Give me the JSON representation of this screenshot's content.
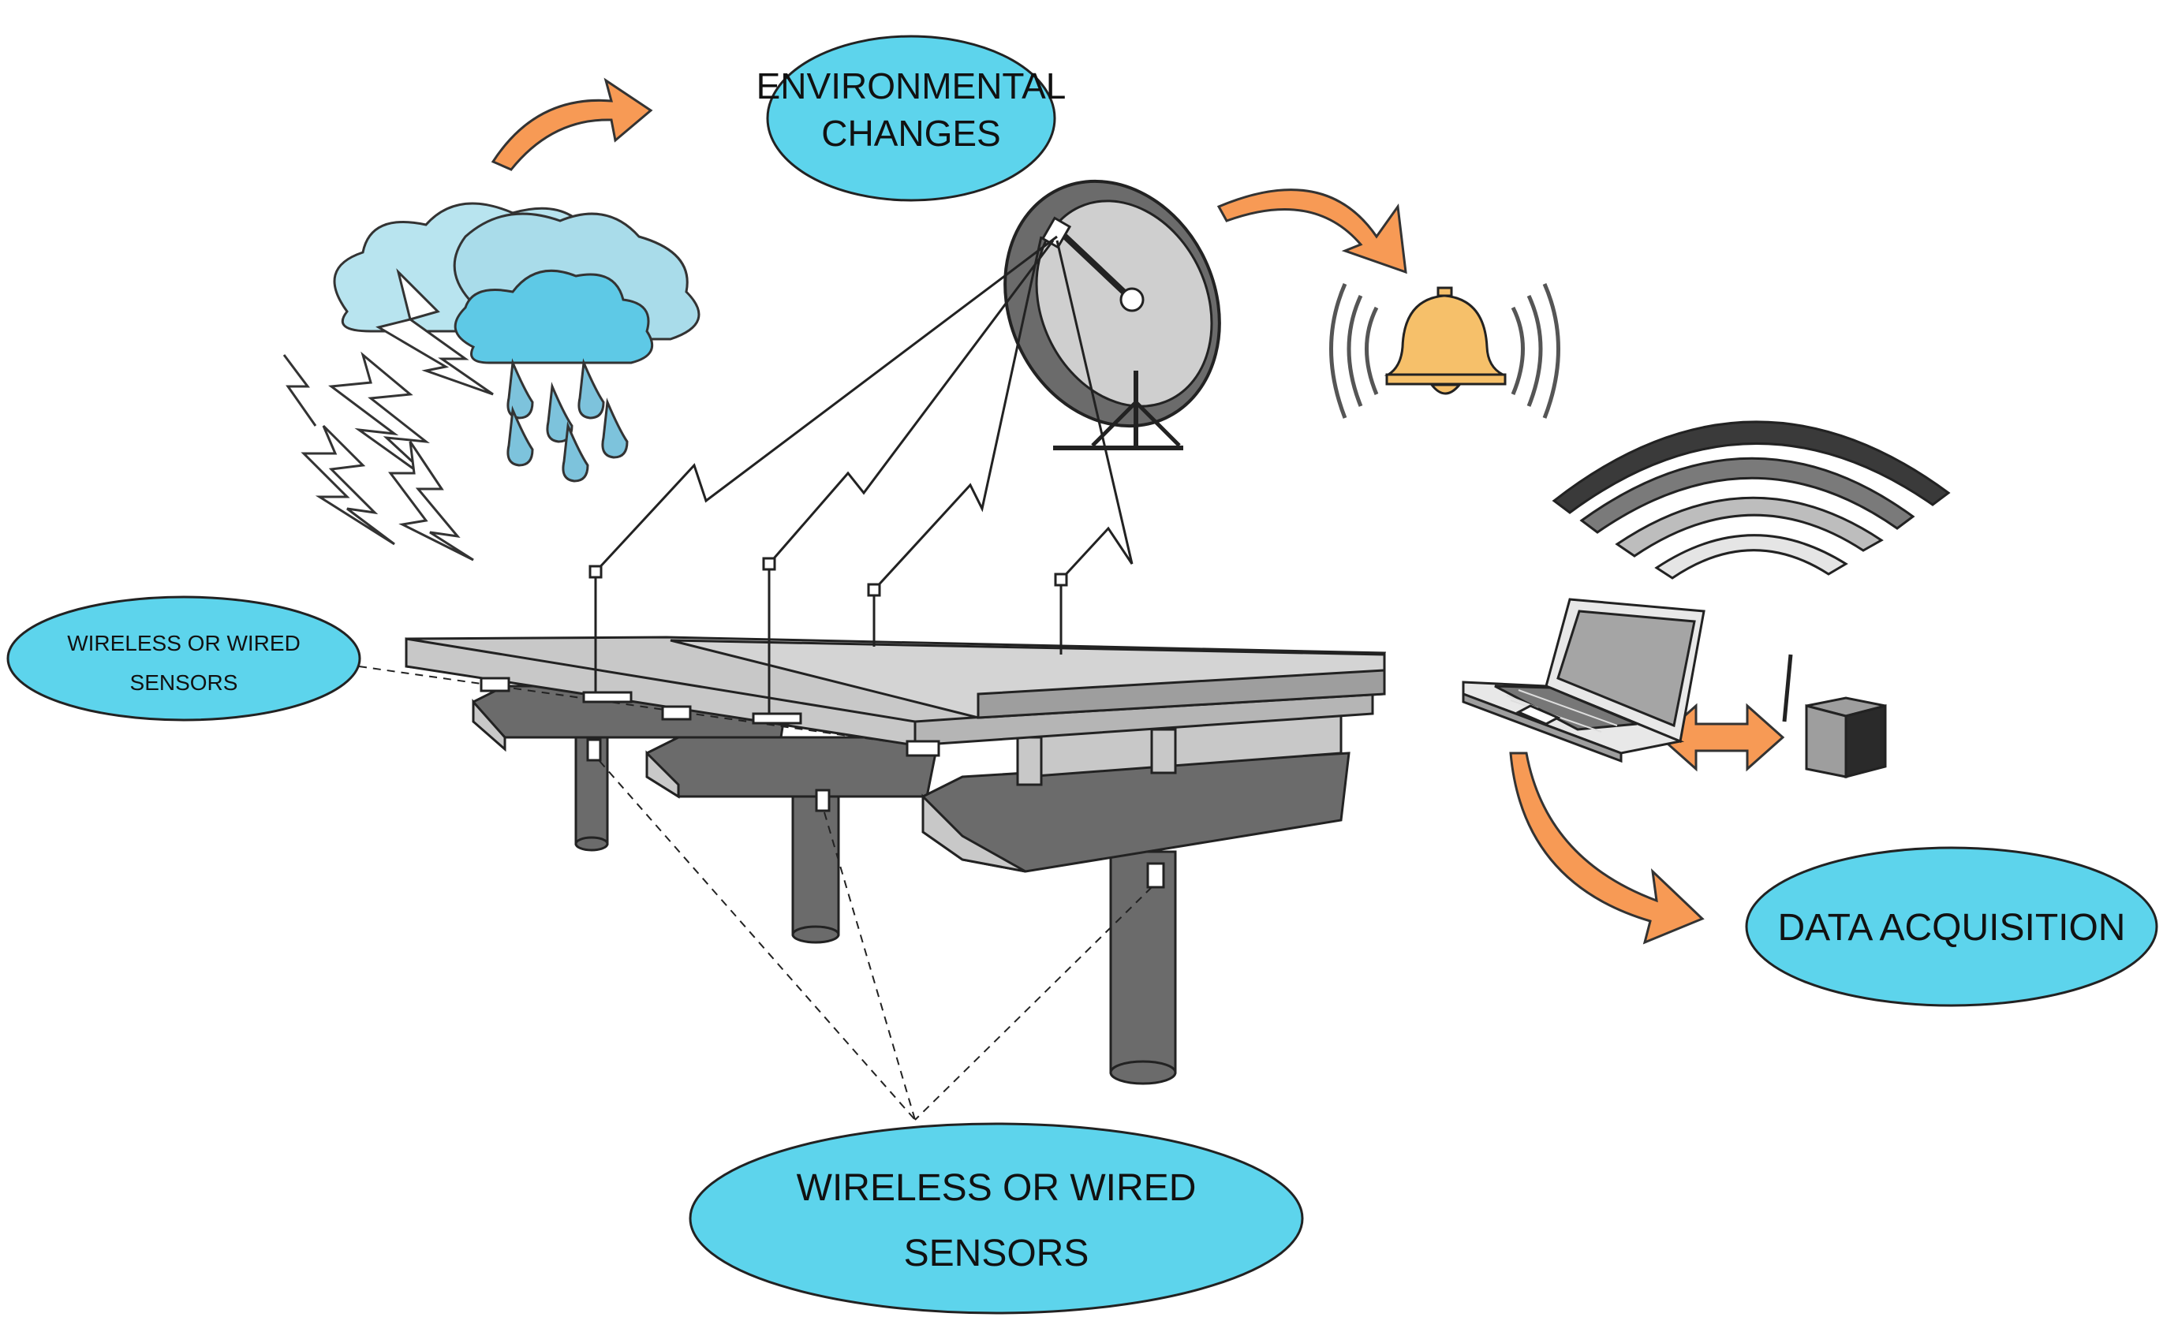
{
  "labels": {
    "environmental_line1": "ENVIRONMENTAL",
    "environmental_line2": "CHANGES",
    "sensors_left_line1": "WIRELESS OR WIRED",
    "sensors_left_line2": "SENSORS",
    "sensors_bottom_line1": "WIRELESS OR WIRED",
    "sensors_bottom_line2": "SENSORS",
    "data_acquisition": "DATA ACQUISITION"
  },
  "colors": {
    "label_fill": "#5dd4ec",
    "arrow_orange": "#f79a55",
    "bell": "#f6c06a",
    "structure_light": "#c8c8c8",
    "structure_dark": "#6b6b6b",
    "cloud_light": "#b8e4ef",
    "cloud_dark": "#5ec9e6",
    "rain": "#7dc3dc"
  },
  "icons": [
    "cloud-storm-icon",
    "satellite-dish-icon",
    "bell-icon",
    "wifi-icon",
    "laptop-icon",
    "router-icon",
    "bridge-icon"
  ]
}
